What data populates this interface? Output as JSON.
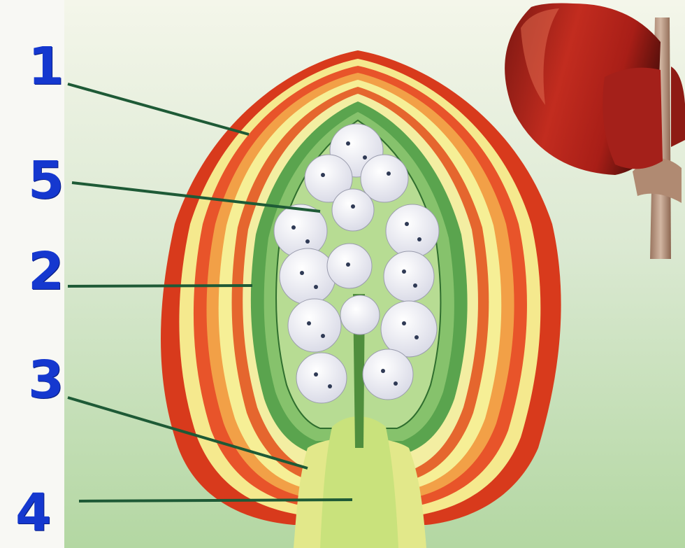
{
  "labels": {
    "n1": "1",
    "n5": "5",
    "n2": "2",
    "n3": "3",
    "n4": "4"
  },
  "colors": {
    "label_blue": "#1538cf",
    "leader_green": "#1e5a36",
    "scale_red": "#d83a1c",
    "scale_orange": "#e97a2a",
    "scale_yellow": "#f3ee8a",
    "leaf_green": "#58a14c",
    "flower_white": "#f7f7fb"
  }
}
